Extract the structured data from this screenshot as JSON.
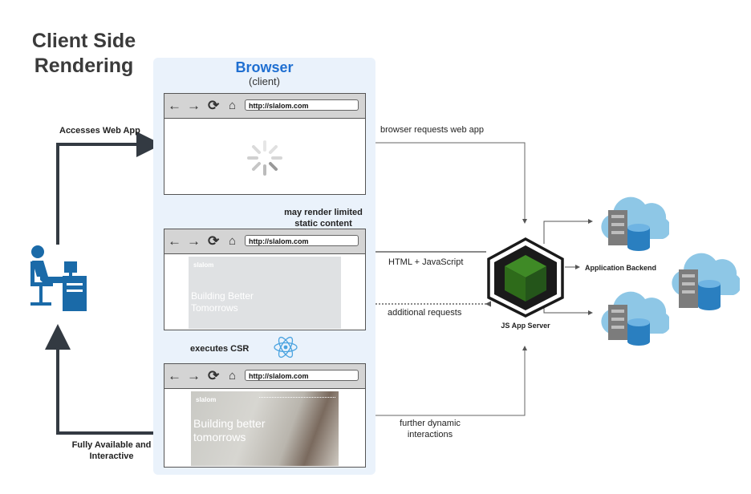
{
  "title": {
    "line1": "Client Side",
    "line2": "Rendering"
  },
  "browser": {
    "title": "Browser",
    "subtitle": "(client)"
  },
  "window": {
    "url": "http://slalom.com"
  },
  "site_grey": {
    "brand": "slalom",
    "line1": "Building Better",
    "line2": "Tomorrows"
  },
  "site_full": {
    "brand": "slalom",
    "line1": "Building better",
    "line2": "tomorrows"
  },
  "labels": {
    "accesses": "Accesses Web App",
    "may_render_1": "may render limited",
    "may_render_2": "static content",
    "executes": "executes CSR",
    "fully_1": "Fully Available and",
    "fully_2": "Interactive",
    "browser_requests": "browser requests web app",
    "html_js": "HTML + JavaScript",
    "additional": "additional requests",
    "further_1": "further dynamic",
    "further_2": "interactions",
    "server": "JS App Server",
    "backend": "Application Backend"
  },
  "colors": {
    "accent": "#1f6fd1",
    "user": "#1a6aa8",
    "cloud": "#8ec7e6",
    "cube": "#2e6b1a",
    "arrow": "#333a42"
  },
  "icons": [
    "user-at-computer-icon",
    "react-icon",
    "cube-icon",
    "cloud-database-icon",
    "spinner-icon"
  ]
}
